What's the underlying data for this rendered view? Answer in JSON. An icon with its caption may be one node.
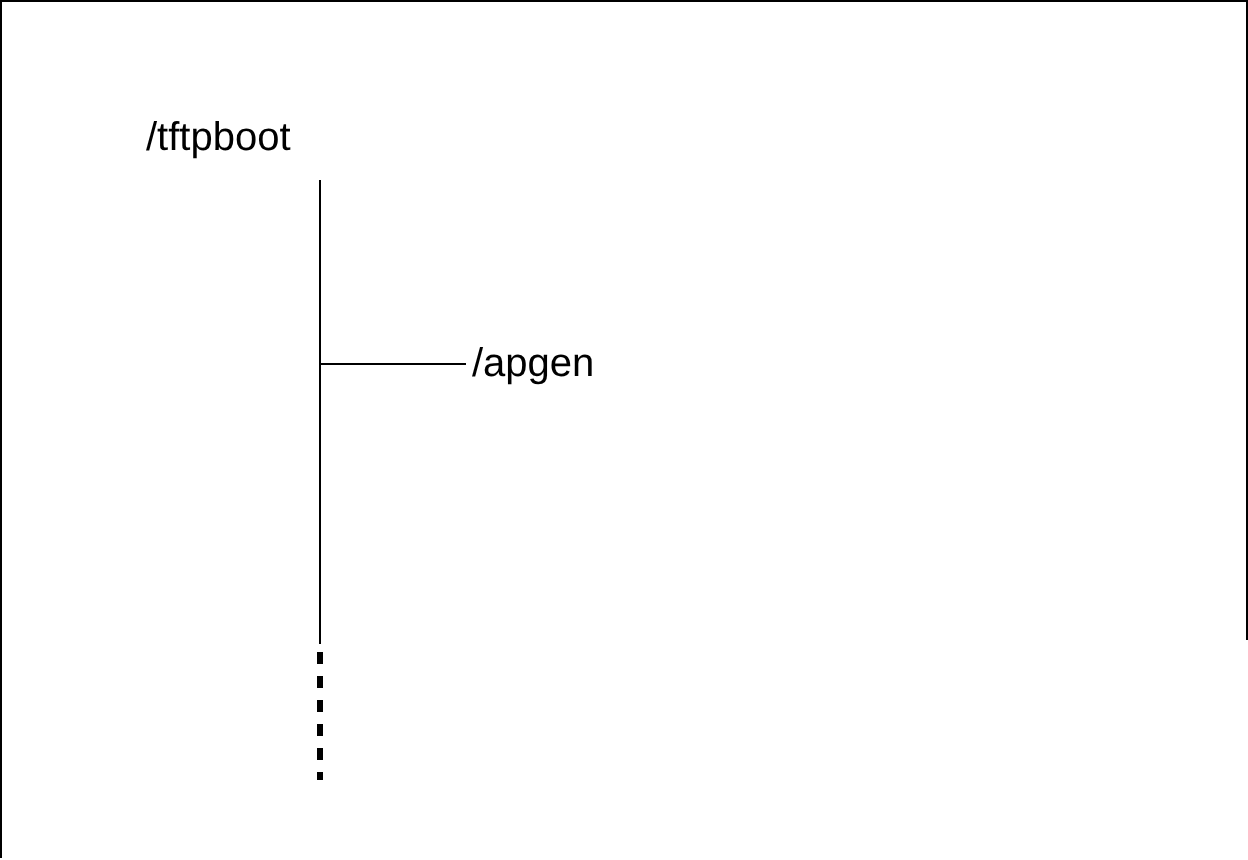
{
  "diagram": {
    "nodes": [
      {
        "text": [
          "/tftpboot"
        ]
      },
      {
        "text": [
          "/apgen"
        ]
      }
    ],
    "edges": [
      {
        "from": 0,
        "to": 1,
        "arrow": "none"
      },
      {
        "from": 0,
        "to": null,
        "arrow": "none"
      }
    ]
  }
}
